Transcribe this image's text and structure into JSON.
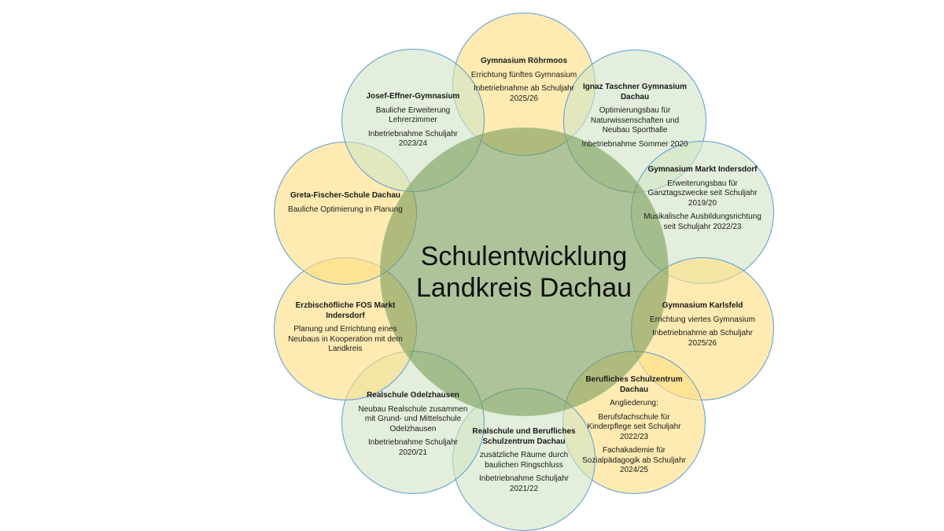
{
  "center": {
    "line1": "Schulentwicklung",
    "line2": "Landkreis Dachau"
  },
  "colors": {
    "yellow": "#fee28a",
    "green": "#d9ead0",
    "center": "#a6bd8f",
    "stroke": "#5b9bd5"
  },
  "schools": [
    {
      "title": "Gymnasium Röhrmoos",
      "color": "yellow",
      "lines": [
        "Errichtung fünftes Gymnasium",
        "Inbetriebnahme ab Schuljahr 2025/26"
      ]
    },
    {
      "title": "Ignaz Taschner Gymnasium Dachau",
      "color": "green",
      "lines": [
        "Optimierungsbau für Naturwissenschaften und Neubau Sporthalle",
        "Inbetriebnahme Sommer 2020"
      ]
    },
    {
      "title": "Gymnasium Markt Indersdorf",
      "color": "green",
      "lines": [
        "Erweiterungsbau für Ganztagszwecke seit Schuljahr 2019/20",
        "Musikalische Ausbildungsrichtung seit Schuljahr 2022/23"
      ]
    },
    {
      "title": "Gymnasium Karlsfeld",
      "color": "yellow",
      "lines": [
        "Errichtung viertes Gymnasium",
        "Inbetriebnahme ab Schuljahr 2025/26"
      ]
    },
    {
      "title": "Berufliches Schulzentrum Dachau",
      "color": "yellow",
      "lines": [
        "Angliederung:",
        "Berufsfachschule für Kinderpflege seit Schuljahr 2022/23",
        "Fachakademie für Sozialpädagogik ab Schuljahr 2024/25"
      ]
    },
    {
      "title": "Realschule und Berufliches Schulzentrum Dachau",
      "color": "green",
      "lines": [
        "zusätzliche Räume durch baulichen Ringschluss",
        "Inbetriebnahme Schuljahr 2021/22"
      ]
    },
    {
      "title": "Realschule Odelzhausen",
      "color": "green",
      "lines": [
        "Neubau Realschule zusammen mit Grund- und Mittelschule Odelzhausen",
        "Inbetriebnahme Schuljahr 2020/21"
      ]
    },
    {
      "title": "Erzbischöfliche FOS Markt Indersdorf",
      "color": "yellow",
      "lines": [
        "Planung und Errichtung eines Neubaus in Kooperation mit dem Landkreis"
      ]
    },
    {
      "title": "Greta-Fischer-Schule Dachau",
      "color": "yellow",
      "lines": [
        "Bauliche Optimierung in Planung"
      ]
    },
    {
      "title": "Josef-Effner-Gymnasium",
      "color": "green",
      "lines": [
        "Bauliche Erweiterung Lehrerzimmer",
        "Inbetriebnahme Schuljahr 2023/24"
      ]
    }
  ]
}
